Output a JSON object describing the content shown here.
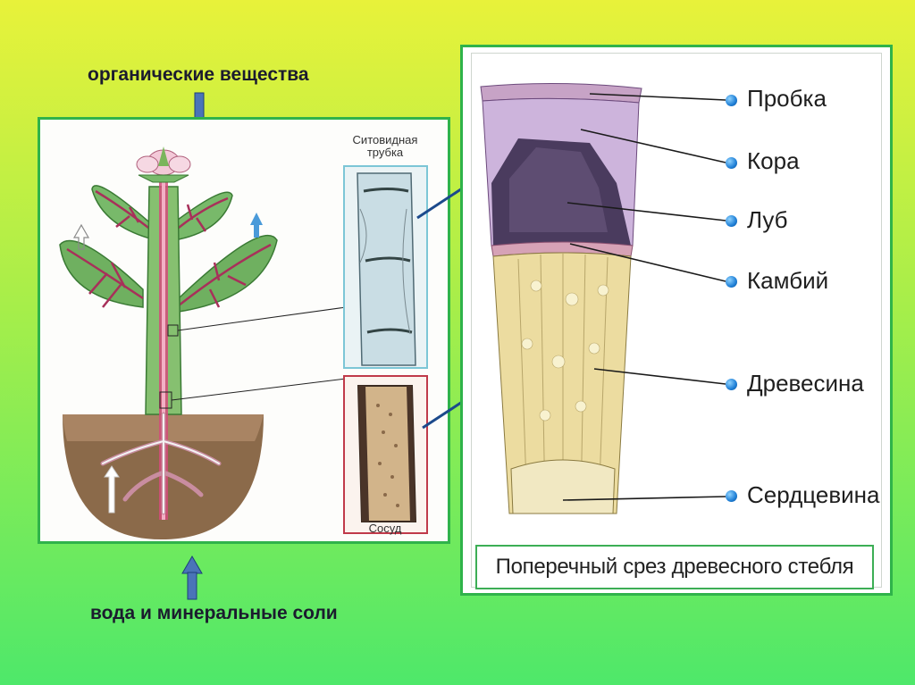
{
  "captions": {
    "top": "органические вещества",
    "bottom": "вода и минеральные соли"
  },
  "left_panel": {
    "sieve_tube_label_line1": "Ситовидная",
    "sieve_tube_label_line2": "трубка",
    "vessel_label": "Сосуд"
  },
  "right_panel": {
    "labels": [
      "Пробка",
      "Кора",
      "Луб",
      "Камбий",
      "Древесина",
      "Сердцевина"
    ],
    "title": "Поперечный срез древесного стебля"
  },
  "colors": {
    "frame_green": "#2fb34a",
    "arrow_blue": "#1c4a8c",
    "bullet_blue": "#1f7fd6"
  }
}
